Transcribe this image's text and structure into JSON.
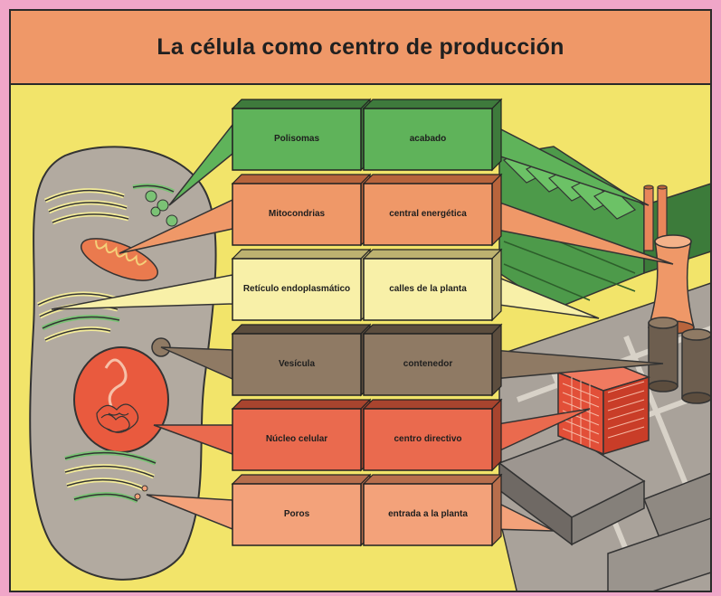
{
  "title": "La célula como centro de producción",
  "colors": {
    "background": "#f2e46a",
    "title_bar": "#ef9868",
    "green": "#5fb35a",
    "orange": "#ef9868",
    "cream": "#f8f0a8",
    "brown": "#8f7a64",
    "red": "#ea6a4e",
    "salmon": "#f3a27a"
  },
  "rows": [
    {
      "organelle": "Polisomas",
      "factory": "acabado",
      "color": "#5fb35a",
      "side": "#3e7a3c",
      "text_color": "#1e1e1e"
    },
    {
      "organelle": "Mitocondrias",
      "factory": "central energética",
      "color": "#ef9868",
      "side": "#b8643c",
      "text_color": "#1e1e1e"
    },
    {
      "organelle": "Retículo endoplasmático",
      "factory": "calles de la planta",
      "color": "#f8f0a8",
      "side": "#bdb270",
      "text_color": "#1e1e1e"
    },
    {
      "organelle": "Vesícula",
      "factory": "contenedor",
      "color": "#8f7a64",
      "side": "#5c4d3e",
      "text_color": "#1e1e1e"
    },
    {
      "organelle": "Núcleo celular",
      "factory": "centro directivo",
      "color": "#ea6a4e",
      "side": "#a8442e",
      "text_color": "#1e1e1e"
    },
    {
      "organelle": "Poros",
      "factory": "entrada a la planta",
      "color": "#f3a27a",
      "side": "#b86e4c",
      "text_color": "#1e1e1e"
    }
  ]
}
